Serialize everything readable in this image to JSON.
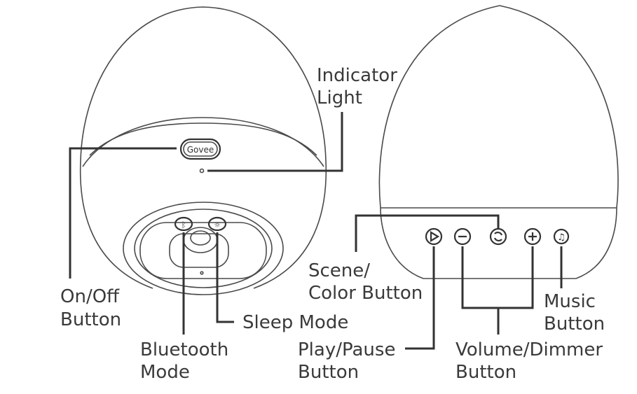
{
  "brand": "Govee",
  "labels": {
    "indicator_light": [
      "Indicator",
      "Light"
    ],
    "on_off_button": [
      "On/Off",
      "Button"
    ],
    "bluetooth_mode": [
      "Bluetooth",
      "Mode"
    ],
    "sleep_mode": [
      "Sleep Mode"
    ],
    "scene_color_button": [
      "Scene/",
      "Color Button"
    ],
    "play_pause_button": [
      "Play/Pause",
      "Button"
    ],
    "volume_dimmer_button": [
      "Volume/Dimmer",
      "Button"
    ],
    "music_button": [
      "Music",
      "Button"
    ]
  }
}
